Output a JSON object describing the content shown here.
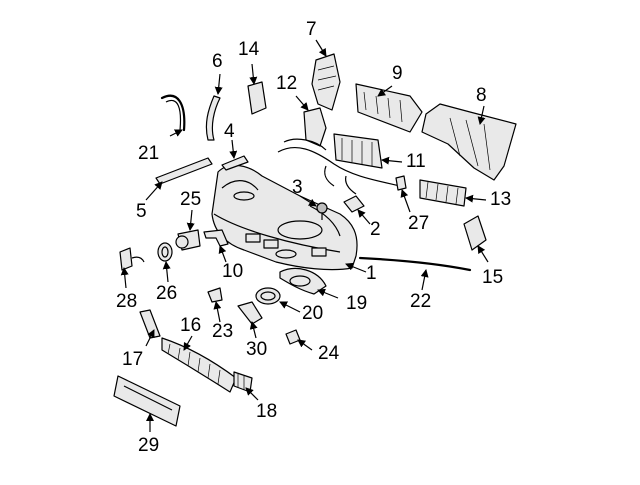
{
  "callouts": [
    {
      "id": "c1",
      "text": "1"
    },
    {
      "id": "c2",
      "text": "2"
    },
    {
      "id": "c3",
      "text": "3"
    },
    {
      "id": "c4",
      "text": "4"
    },
    {
      "id": "c5",
      "text": "5"
    },
    {
      "id": "c6",
      "text": "6"
    },
    {
      "id": "c7",
      "text": "7"
    },
    {
      "id": "c8",
      "text": "8"
    },
    {
      "id": "c9",
      "text": "9"
    },
    {
      "id": "c10",
      "text": "10"
    },
    {
      "id": "c11",
      "text": "11"
    },
    {
      "id": "c12",
      "text": "12"
    },
    {
      "id": "c13",
      "text": "13"
    },
    {
      "id": "c14",
      "text": "14"
    },
    {
      "id": "c15",
      "text": "15"
    },
    {
      "id": "c16",
      "text": "16"
    },
    {
      "id": "c17",
      "text": "17"
    },
    {
      "id": "c18",
      "text": "18"
    },
    {
      "id": "c19",
      "text": "19"
    },
    {
      "id": "c20",
      "text": "20"
    },
    {
      "id": "c21",
      "text": "21"
    },
    {
      "id": "c22",
      "text": "22"
    },
    {
      "id": "c23",
      "text": "23"
    },
    {
      "id": "c24",
      "text": "24"
    },
    {
      "id": "c25",
      "text": "25"
    },
    {
      "id": "c26",
      "text": "26"
    },
    {
      "id": "c27",
      "text": "27"
    },
    {
      "id": "c28",
      "text": "28"
    },
    {
      "id": "c29",
      "text": "29"
    },
    {
      "id": "c30",
      "text": "30"
    }
  ]
}
